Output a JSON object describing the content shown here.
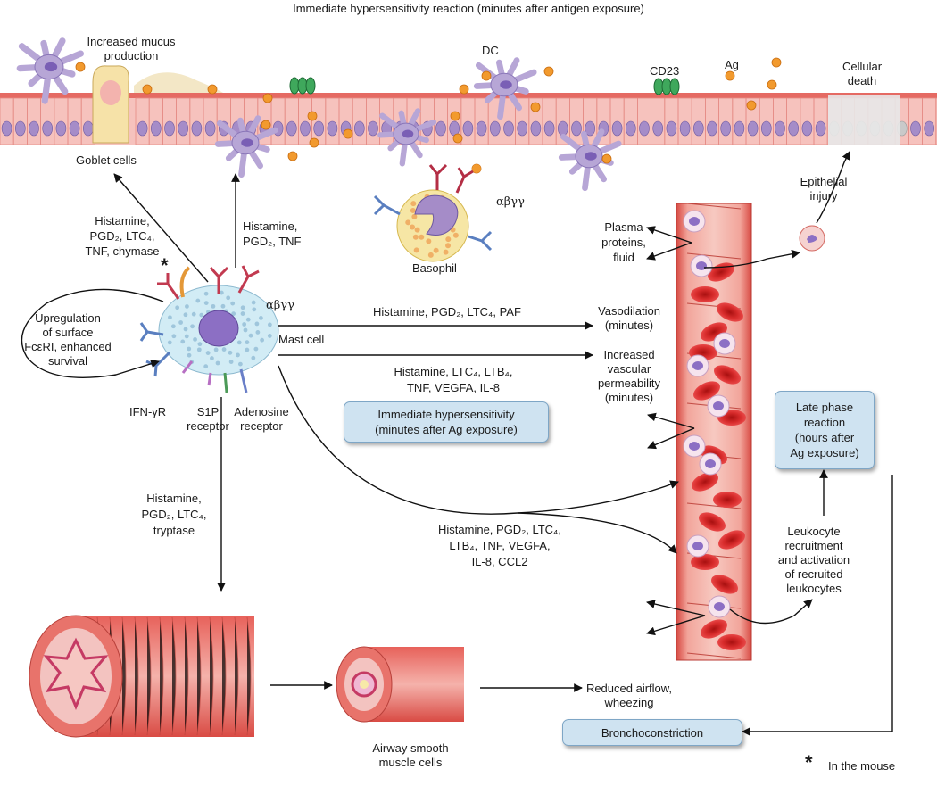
{
  "title": "Immediate hypersensitivity reaction (minutes after antigen exposure)",
  "labels": {
    "mucus": "Increased mucus\nproduction",
    "dc": "DC",
    "cd23": "CD23",
    "ag": "Ag",
    "cell_death": "Cellular\ndeath",
    "goblet": "Goblet cells",
    "mediators_goblet": "Histamine,\nPGD₂, LTC₄,\nTNF, chymase",
    "mediators_dc": "Histamine,\nPGD₂, TNF",
    "alpha_basophil": "αβγγ",
    "basophil": "Basophil",
    "epithelial_injury": "Epithelial\ninjury",
    "plasma": "Plasma\nproteins,\nfluid",
    "star": "*",
    "alpha_mast": "αβγγ",
    "upregulation": "Upregulation\nof surface\nFcεRI, enhanced\nsurvival",
    "mast_cell": "Mast cell",
    "ifn": "IFN-γR",
    "s1p": "S1P\nreceptor",
    "adenosine": "Adenosine\nreceptor",
    "vaso_mediators": "Histamine, PGD₂, LTC₄, PAF",
    "vasodilation": "Vasodilation\n(minutes)",
    "perm_mediators": "Histamine, LTC₄, LTB₄,\nTNF, VEGFA, IL-8",
    "permeability": "Increased\nvascular\npermeability\n(minutes)",
    "immediate_box": "Immediate hypersensitivity\n(minutes after Ag exposure)",
    "late_box": "Late phase\nreaction\n(hours after\nAg exposure)",
    "airway_mediators": "Histamine,\nPGD₂, LTC₄,\ntryptase",
    "leuko_mediators": "Histamine, PGD₂, LTC₄,\nLTB₄, TNF, VEGFA,\nIL-8, CCL2",
    "leukocyte": "Leukocyte\nrecruitment\nand activation\nof recruited\nleukocytes",
    "reduced_airflow": "Reduced airflow,\nwheezing",
    "asm": "Airway smooth\nmuscle cells",
    "broncho_box": "Bronchoconstriction",
    "footnote_star": "*",
    "footnote": "In the mouse"
  },
  "colors": {
    "epithelium": "#f3b3ae",
    "nucleus": "#a58cc8",
    "dendritic": "#b7a6d6",
    "antigen": "#f29a2e",
    "vessel": "#e2574e",
    "rbc": "#d12a2a",
    "box_fill": "#cfe3f1",
    "arrow": "#111111"
  }
}
